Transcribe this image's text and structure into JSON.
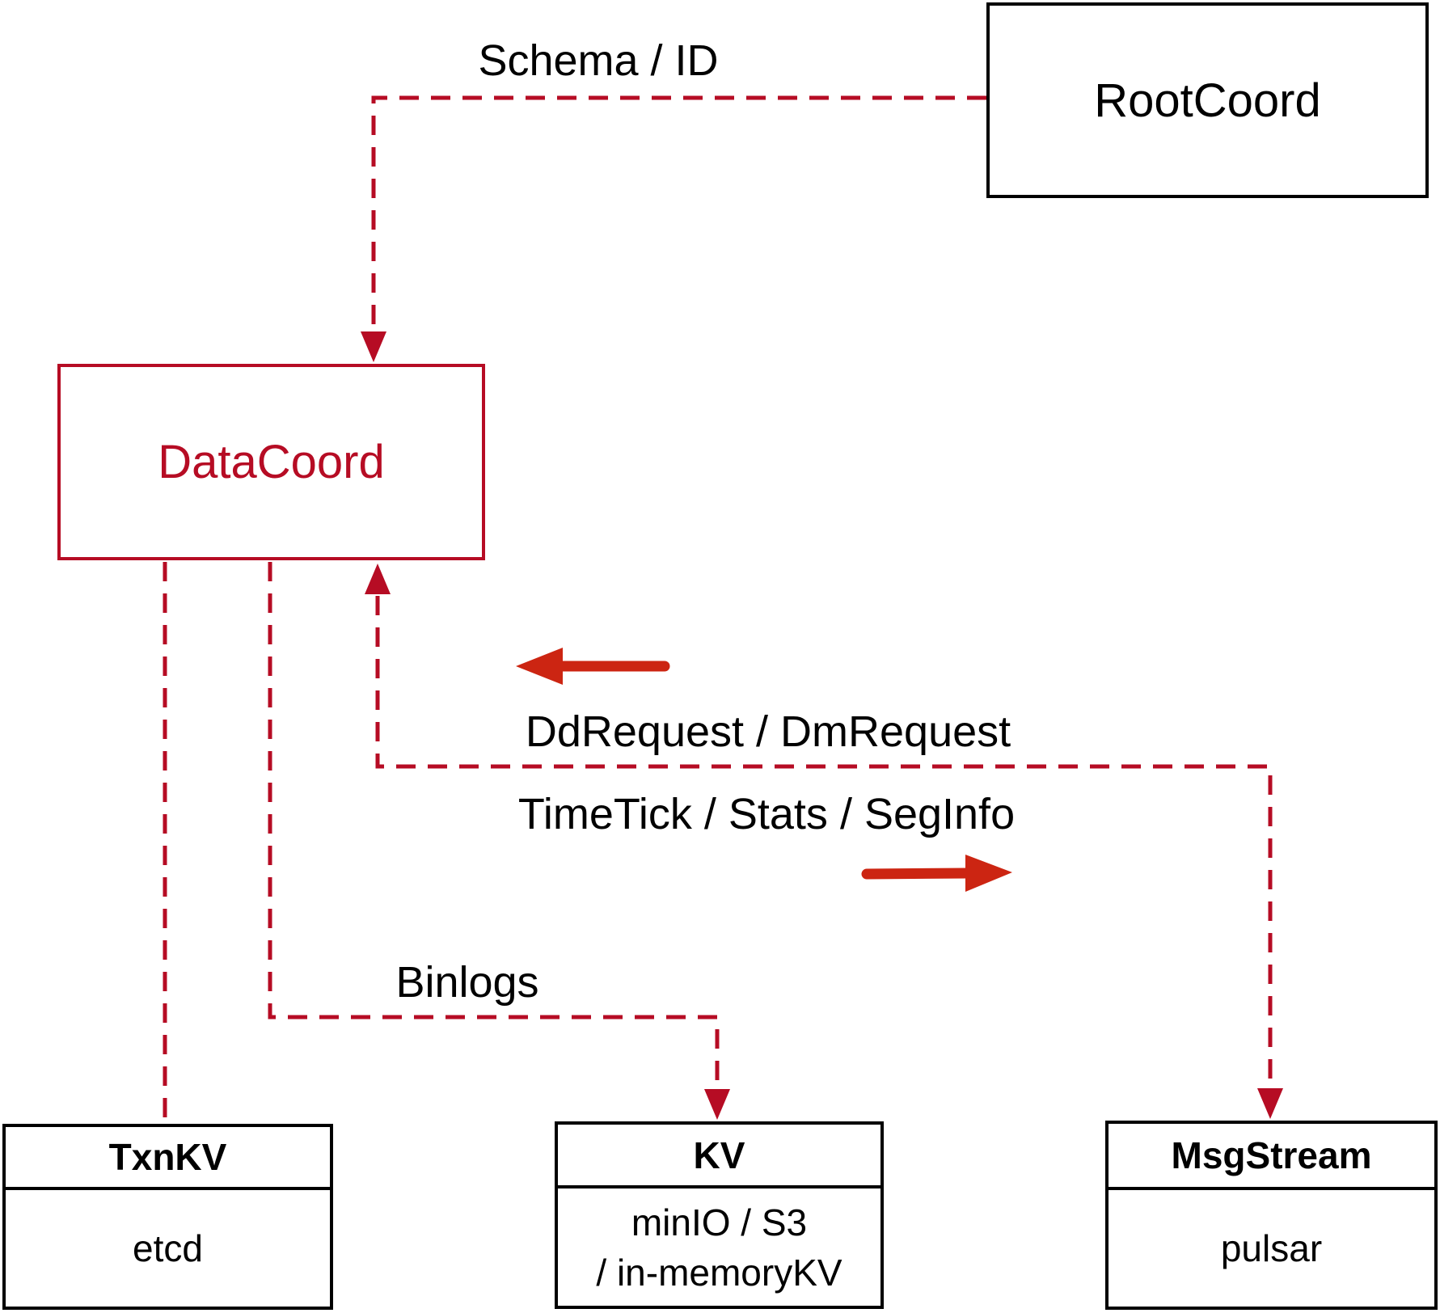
{
  "diagram": {
    "nodes": {
      "rootcoord": {
        "label": "RootCoord"
      },
      "datacoord": {
        "label": "DataCoord"
      },
      "txnkv": {
        "title": "TxnKV",
        "subtitle": "etcd"
      },
      "kv": {
        "title": "KV",
        "subtitle_line1": "minIO / S3",
        "subtitle_line2": "/ in-memoryKV"
      },
      "msgstream": {
        "title": "MsgStream",
        "subtitle": "pulsar"
      }
    },
    "edge_labels": {
      "schema_id": "Schema / ID",
      "dd_dm_request": "DdRequest / DmRequest",
      "timetick_stats_seginfo": "TimeTick / Stats / SegInfo",
      "binlogs": "Binlogs"
    },
    "colors": {
      "dashed_line": "#b60c24",
      "solid_arrow": "#cc2512",
      "box_border": "#000000",
      "datacoord_accent": "#b60c24",
      "background": "#ffffff",
      "text": "#000000"
    }
  }
}
